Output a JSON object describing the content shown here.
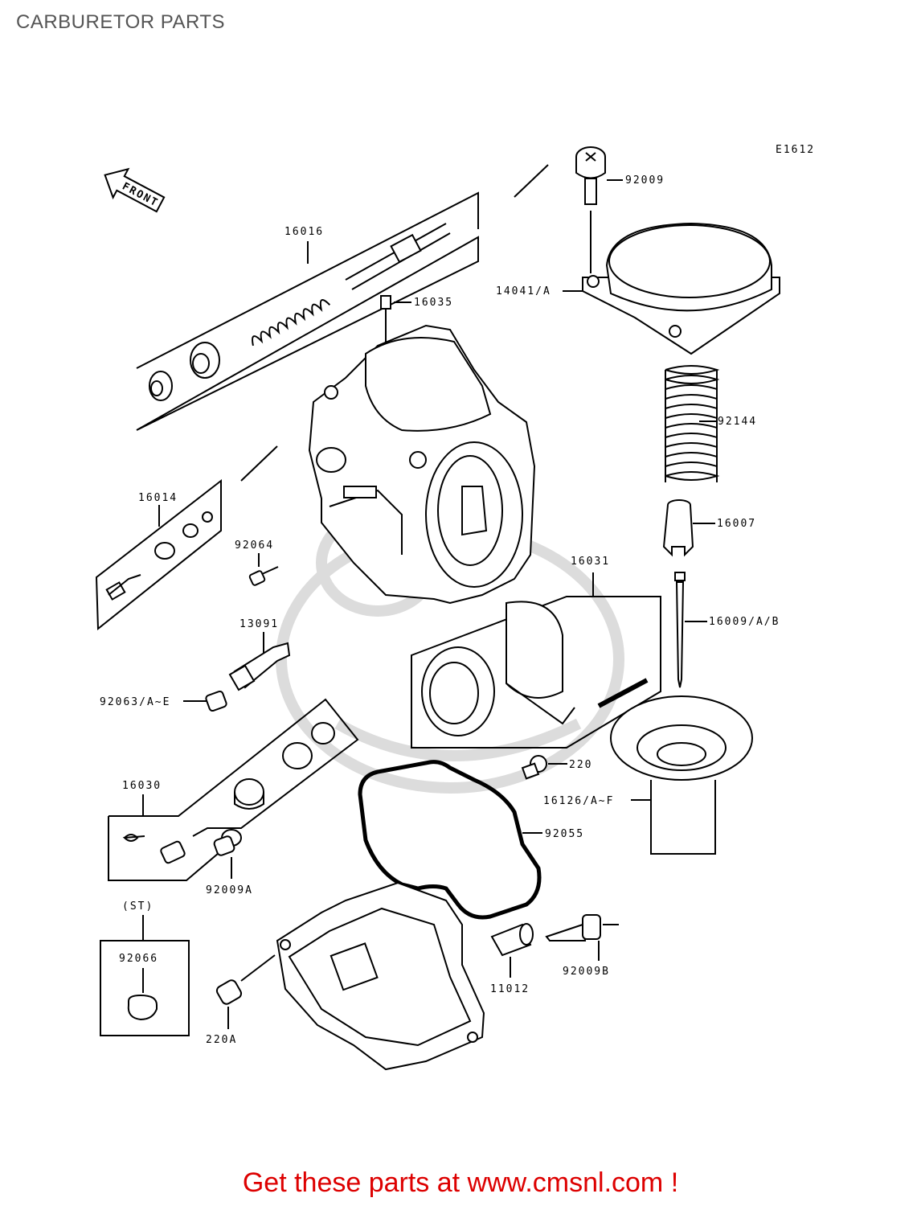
{
  "header": {
    "title": "CARBURETOR PARTS",
    "diagram_code": "E1612"
  },
  "orientation": {
    "front_label": "FRONT"
  },
  "parts": [
    {
      "ref": "16016"
    },
    {
      "ref": "92009"
    },
    {
      "ref": "14041/A"
    },
    {
      "ref": "16035"
    },
    {
      "ref": "92144"
    },
    {
      "ref": "16014"
    },
    {
      "ref": "16007"
    },
    {
      "ref": "92064"
    },
    {
      "ref": "16031"
    },
    {
      "ref": "16009/A/B"
    },
    {
      "ref": "13091"
    },
    {
      "ref": "92063/A~E"
    },
    {
      "ref": "220"
    },
    {
      "ref": "16030"
    },
    {
      "ref": "16126/A~F"
    },
    {
      "ref": "92055"
    },
    {
      "ref": "92009A"
    },
    {
      "ref": "(ST)"
    },
    {
      "ref": "92066"
    },
    {
      "ref": "92009B"
    },
    {
      "ref": "11012"
    },
    {
      "ref": "220A"
    }
  ],
  "footer": {
    "link_text": "Get these parts at www.cmsnl.com !",
    "link_color": "#dd0000"
  }
}
